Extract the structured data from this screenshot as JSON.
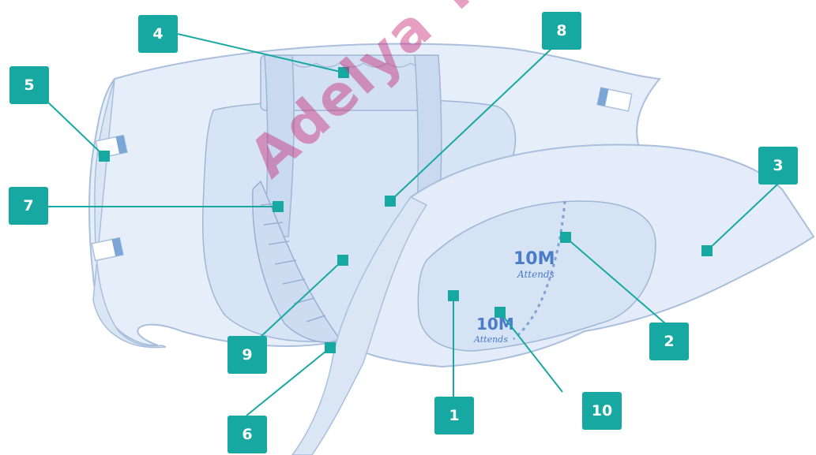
{
  "colors": {
    "teal": "#17a8a2",
    "product_fill": "#dfeaf7",
    "product_stroke": "#a9bfdc",
    "pad_fill": "#d5e3f4",
    "tab_blue": "#7aa7d8",
    "print_blue": "#4a7cc7",
    "watermark": "#c83c86"
  },
  "watermark": {
    "text": "Adelya Terre d'Hygiène"
  },
  "print": {
    "top_code": "10M",
    "top_brand": "Attends",
    "bottom_code": "10M",
    "bottom_brand": "Attends"
  },
  "callouts": [
    {
      "label": "1",
      "icon": "number-badge"
    },
    {
      "label": "2",
      "icon": "number-badge"
    },
    {
      "label": "3",
      "icon": "number-badge"
    },
    {
      "label": "4",
      "icon": "number-badge"
    },
    {
      "label": "5",
      "icon": "number-badge"
    },
    {
      "label": "6",
      "icon": "number-badge"
    },
    {
      "label": "7",
      "icon": "number-badge"
    },
    {
      "label": "8",
      "icon": "number-badge"
    },
    {
      "label": "9",
      "icon": "number-badge"
    },
    {
      "label": "10",
      "icon": "number-badge"
    }
  ]
}
